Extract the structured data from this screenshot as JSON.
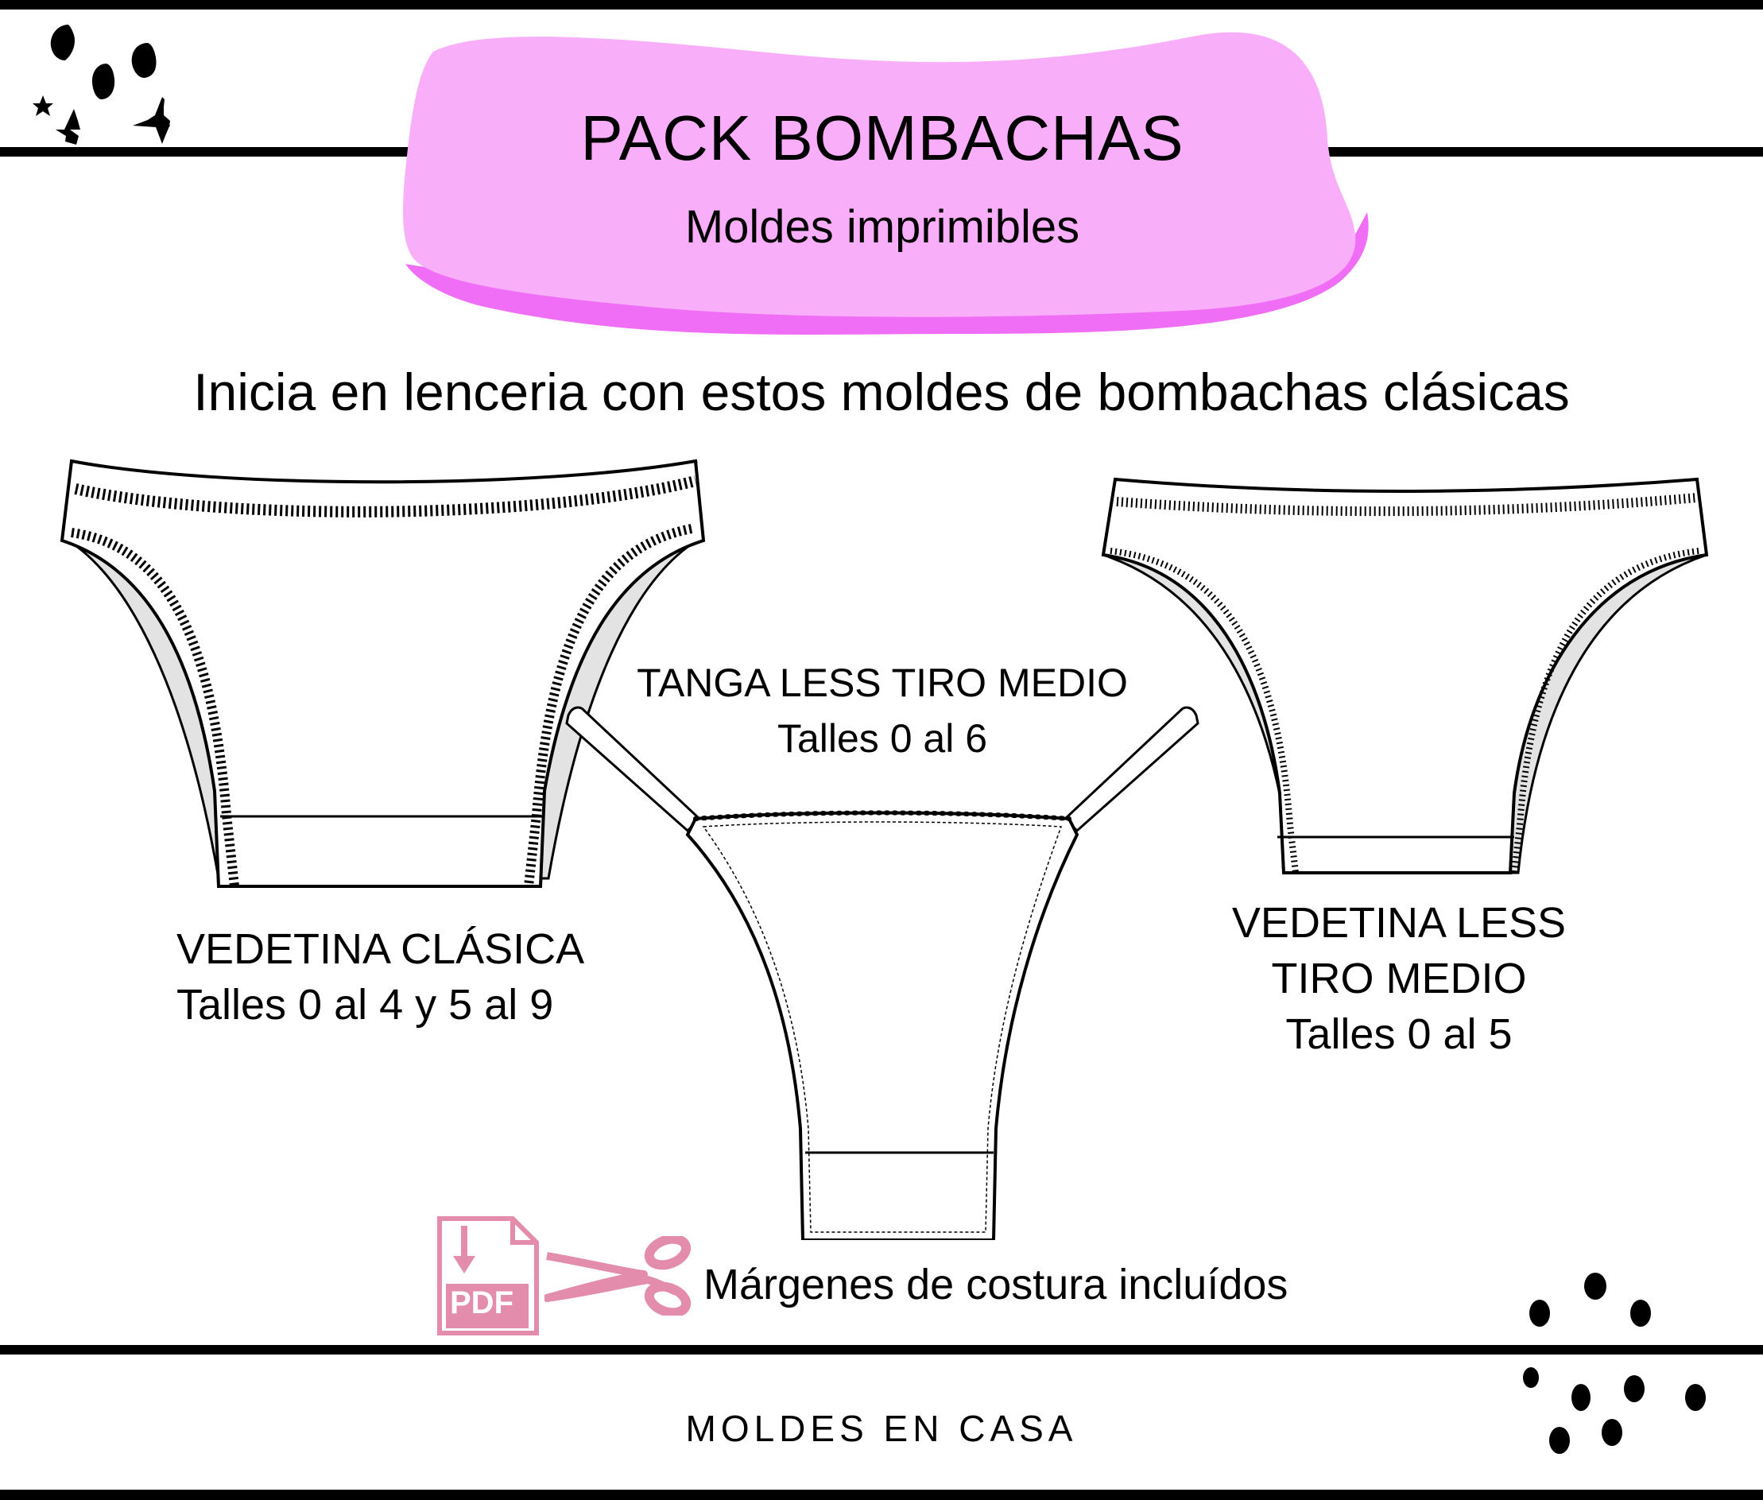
{
  "header": {
    "title": "PACK BOMBACHAS",
    "subtitle": "Moldes imprimibles",
    "blob_color": "#F9AEFA",
    "blob_shadow_color": "#F06EF5"
  },
  "intro": {
    "text": "Inicia en lenceria con estos moldes de bombachas clásicas"
  },
  "products": [
    {
      "name": "VEDETINA CLÁSICA",
      "sizes": "Talles 0 al 4 y 5 al 9",
      "icon": "vedetina-clasica-illustration"
    },
    {
      "name": "TANGA LESS TIRO MEDIO",
      "sizes": "Talles 0 al 6",
      "icon": "tanga-less-illustration"
    },
    {
      "name_line1": "VEDETINA LESS",
      "name_line2": "TIRO MEDIO",
      "sizes": "Talles 0 al 5",
      "icon": "vedetina-less-illustration"
    }
  ],
  "feature": {
    "text": "Márgenes de costura incluídos",
    "pdf_label": "PDF",
    "icons": [
      "pdf-download-icon",
      "scissors-icon"
    ],
    "icon_color": "#E38CAB"
  },
  "footer": {
    "brand": "MOLDES EN CASA"
  },
  "colors": {
    "rule": "#000000",
    "fabric_shade": "#E3E3E3"
  }
}
